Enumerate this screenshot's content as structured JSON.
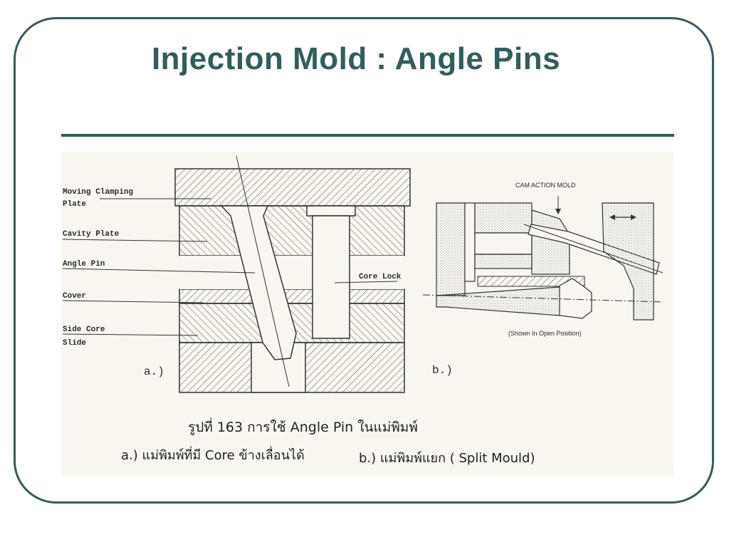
{
  "slide": {
    "title": "Injection Mold : Angle Pins",
    "accent_color": "#2e5e5e"
  },
  "figure": {
    "panel_a": {
      "label": "a.)",
      "callouts": {
        "moving_clamping_plate_line1": "Moving Clamping",
        "moving_clamping_plate_line2": "Plate",
        "cavity_plate": "Cavity Plate",
        "angle_pin": "Angle Pin",
        "cover": "Cover",
        "side_core_slide_line1": "Side Core",
        "side_core_slide_line2": "Slide",
        "core_lock": "Core Lock"
      }
    },
    "panel_b": {
      "label": "b.)",
      "heading": "CAM ACTION MOLD",
      "note": "(Shown In Open Position)"
    },
    "caption": {
      "line1": "รูปที่ 163 การใช้ Angle Pin ในแม่พิมพ์",
      "line2_a": "a.) แม่พิมพ์ที่มี Core ข้างเลื่อนได้",
      "line2_b": "b.) แม่พิมพ์แยก ( Split Mould)"
    }
  }
}
